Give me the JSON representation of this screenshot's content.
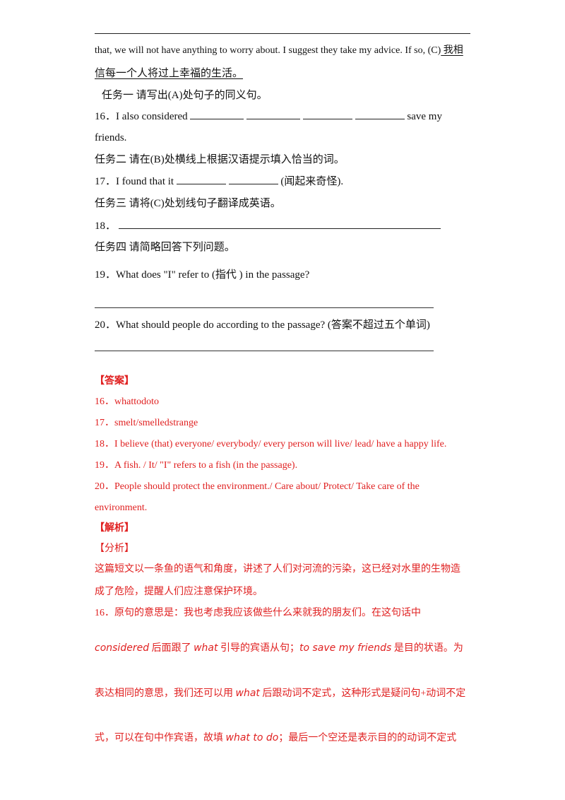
{
  "passage": {
    "line1": "that, we will not have anything to worry about. I suggest they take my advice. If so, (C)",
    "line1_underlined": " 我相",
    "line2_underlined": "信每一个人将过上幸福的生活。"
  },
  "tasks": {
    "task1": "任务一 请写出(A)处句子的同义句。",
    "q16_prefix": "16．I also considered",
    "q16_suffix": "save my",
    "q16_line2": "friends.",
    "task2": "任务二 请在(B)处横线上根据汉语提示填入恰当的词。",
    "q17_prefix": "17．I found that it",
    "q17_suffix": "(闻起来奇怪).",
    "task3": "任务三 请将(C)处划线句子翻译成英语。",
    "q18_prefix": "18．",
    "task4": "任务四 请简略回答下列问题。",
    "q19": "19．What does \"I\" refer to (指代      ) in the passage?",
    "q20": "20．What should people do according to the passage? (答案不超过五个单词)"
  },
  "answers": {
    "heading": "【答案】",
    "a16": "16．whattodoto",
    "a17": "17．smelt/smelledstrange",
    "a18": "18．I believe (that) everyone/ everybody/ every person will live/ lead/ have a happy life.",
    "a19": "19．A fish. / It/ \"I\" refers to a fish (in the passage).",
    "a20_line1": "20．People should protect the environment./ Care about/ Protect/ Take care of the",
    "a20_line2": "environment."
  },
  "analysis": {
    "heading": "【解析】",
    "subheading": "【分析】",
    "summary_line1": "这篇短文以一条鱼的语气和角度，讲述了人们对河流的污染，这已经对水里的生物造",
    "summary_line2": "成了危险，提醒人们应注意保护环境。",
    "p16_line1": "16．原句的意思是：我也考虑我应该做些什么来就我的朋友们。在这句话中",
    "p16_line2_a": "considered",
    "p16_line2_b": " 后面跟了 ",
    "p16_line2_c": "what",
    "p16_line2_d": " 引导的宾语从句；",
    "p16_line2_e": "to save my friends",
    "p16_line2_f": " 是目的状语。为",
    "p16_line3_a": "表达相同的意思，我们还可以用 ",
    "p16_line3_b": "what",
    "p16_line3_c": " 后跟动词不定式，这种形式是疑问句+动词不定",
    "p16_line4_a": "式，可以在句中作宾语，故填 ",
    "p16_line4_b": "what to do",
    "p16_line4_c": "；最后一个空还是表示目的的动词不定式"
  }
}
